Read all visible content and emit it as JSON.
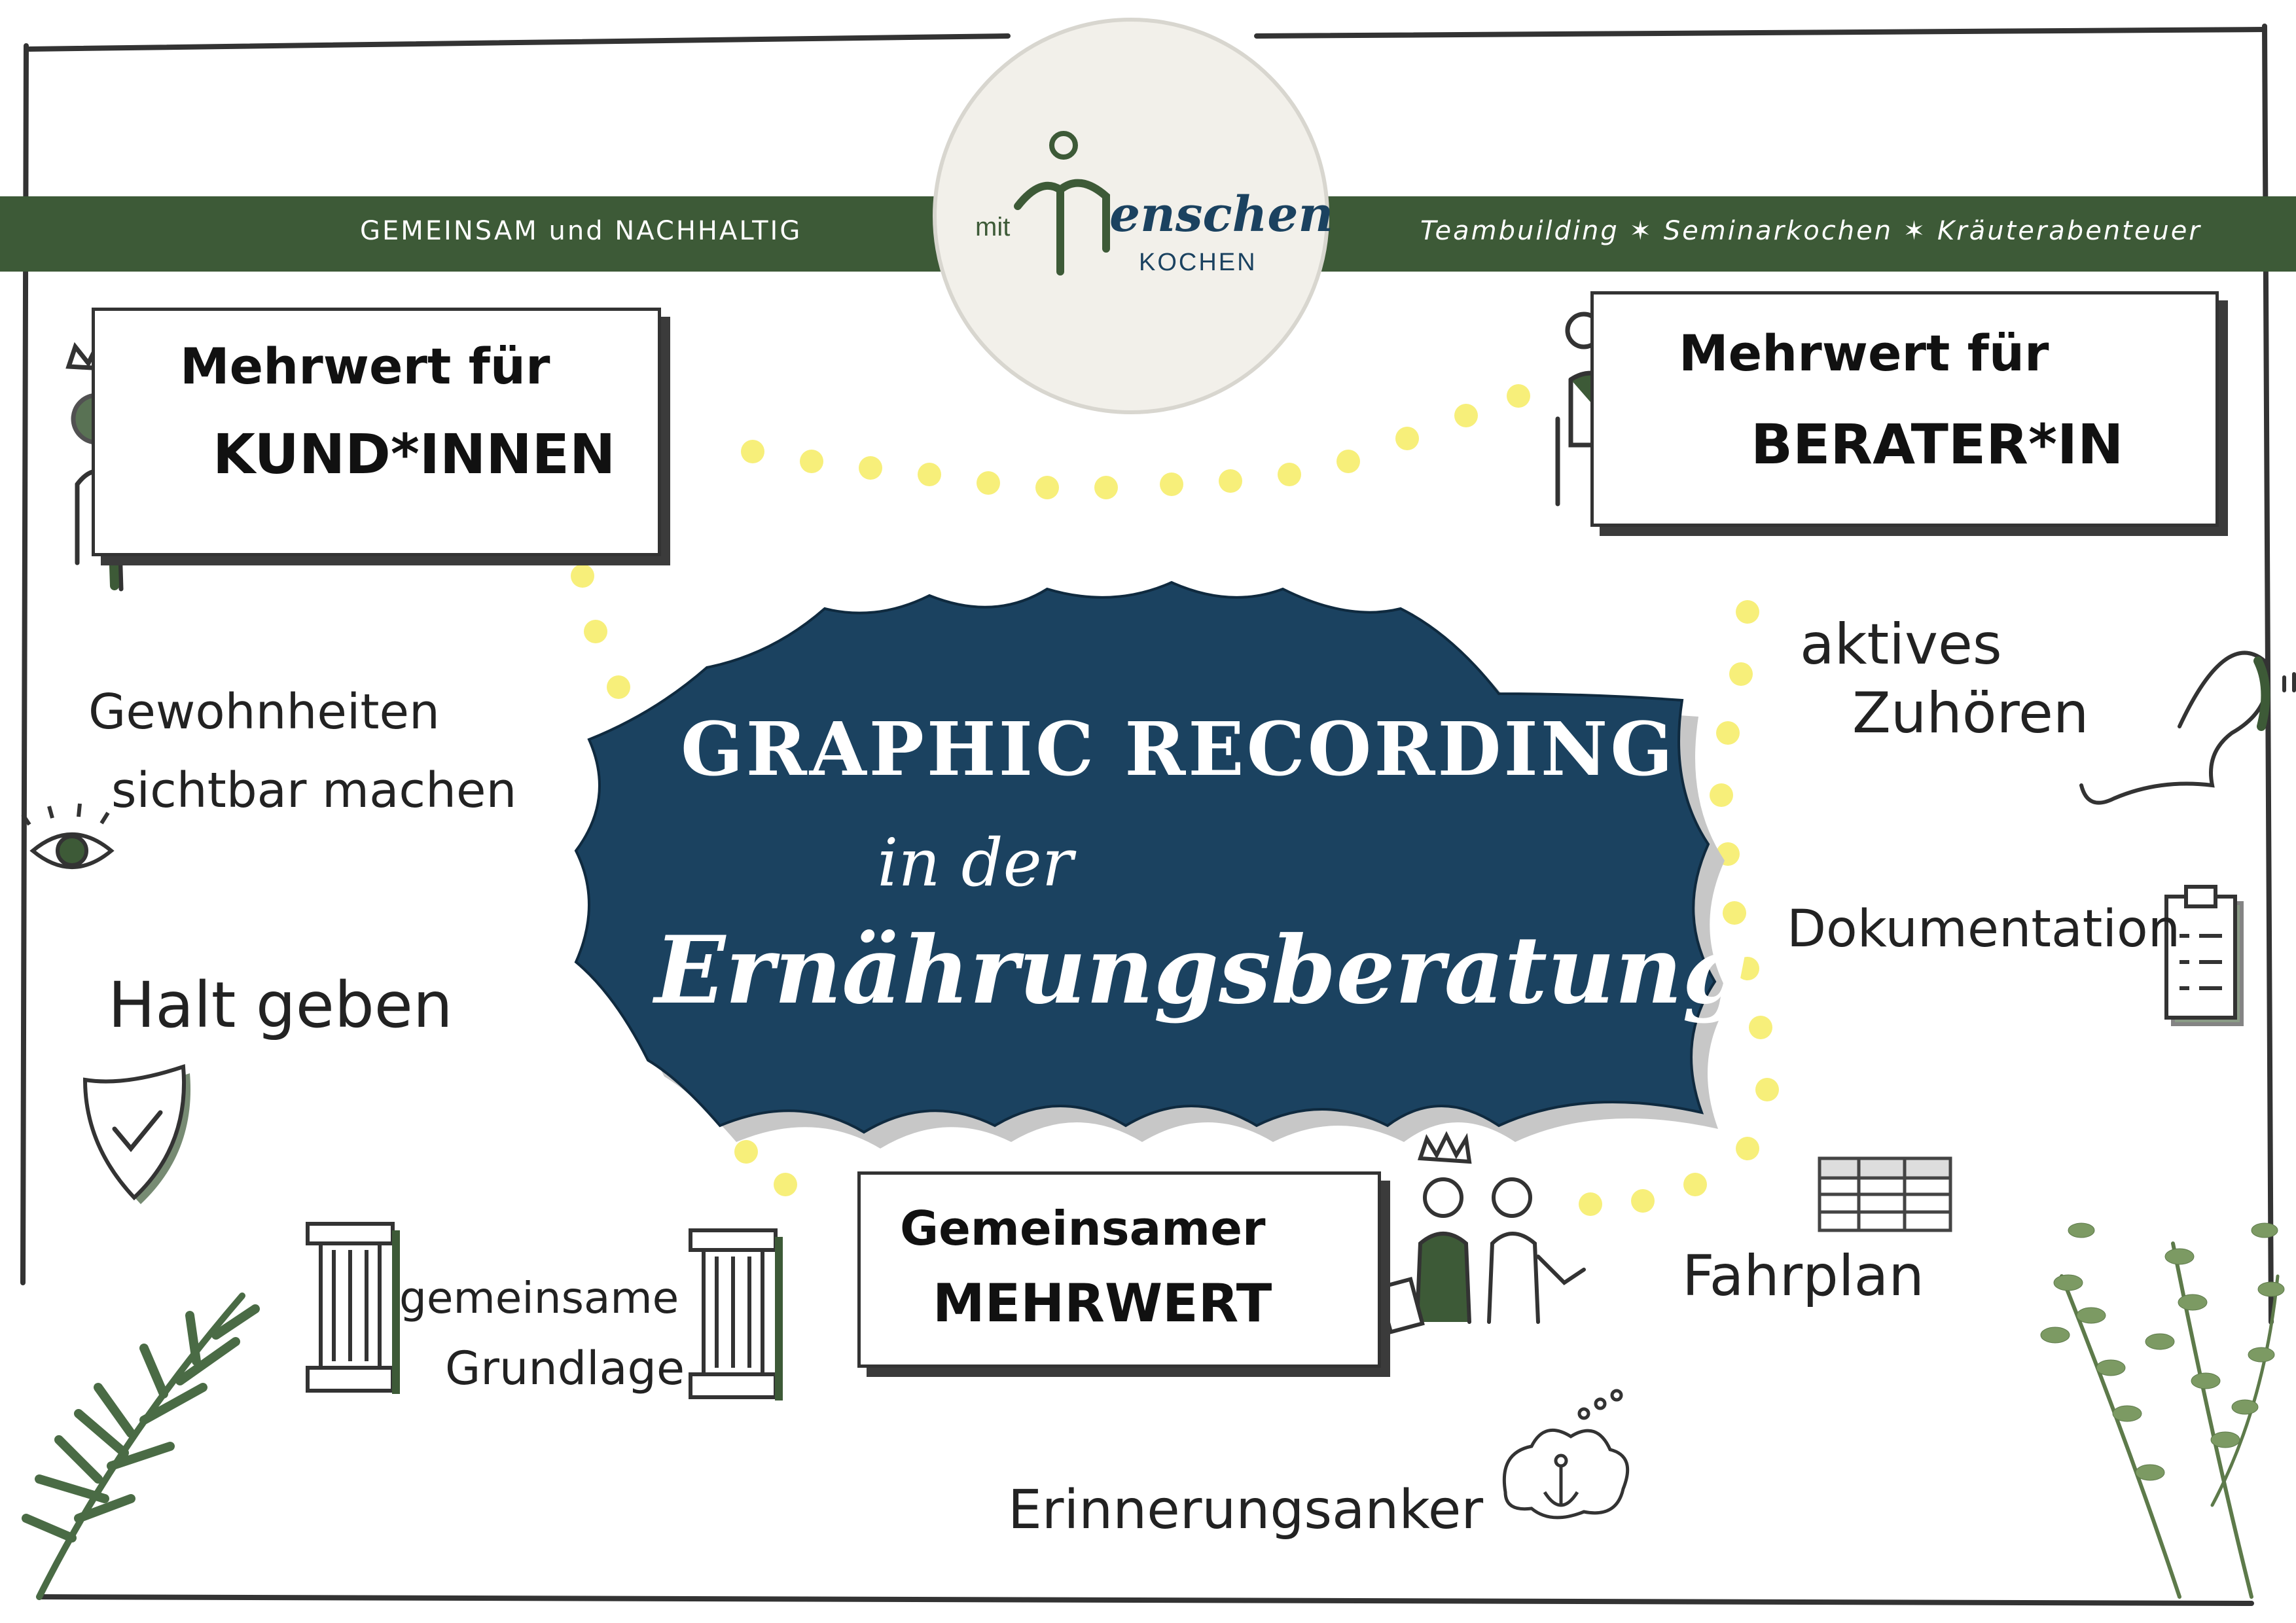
{
  "banner": {
    "left_text": "GEMEINSAM und NACHHALTIG",
    "right_text": "Teambuilding ✶ Seminarkochen ✶ Kräuterabenteuer",
    "color": "#3d5a37"
  },
  "logo": {
    "prefix": "mit",
    "word": "enschen",
    "sub": "KOCHEN"
  },
  "title": {
    "line1": "GRAPHIC RECORDING",
    "line2": "in der",
    "line3": "Ernährungsberatung",
    "bg_color": "#1b4260"
  },
  "boxes": {
    "kunden": {
      "line1": "Mehrwert für",
      "line2": "KUND*INNEN"
    },
    "berater": {
      "line1": "Mehrwert für",
      "line2": "BERATER*IN"
    },
    "gemeinsam": {
      "line1": "Gemeinsamer",
      "line2": "MEHRWERT"
    }
  },
  "labels": {
    "gewohnheiten_1": "Gewohnheiten",
    "gewohnheiten_2": "sichtbar machen",
    "halt": "Halt geben",
    "grundlage_1": "gemeinsame",
    "grundlage_2": "Grundlage",
    "zuhoeren_1": "aktives",
    "zuhoeren_2": "Zuhören",
    "dokumentation": "Dokumentation",
    "fahrplan": "Fahrplan",
    "erinnerung": "Erinnerungsanker"
  },
  "colors": {
    "dots": "#f7ef7a",
    "ink": "#222222",
    "green": "#3d5a37"
  }
}
